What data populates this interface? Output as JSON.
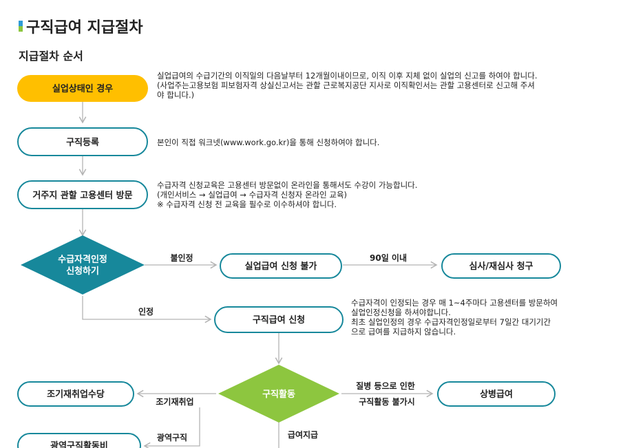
{
  "page_title": "구직급여 지급절차",
  "section_title": "지급절차 순서",
  "colors": {
    "yellow": "#ffbf00",
    "teal_diamond": "#17889b",
    "green_diamond": "#8dc63f",
    "box_border": "#17889b",
    "arrow": "#b3b3b3",
    "title_blue": "#2e9bd6",
    "title_green": "#8cc63f"
  },
  "nodes": {
    "unemployed": "실업상태인 경우",
    "job_register": "구직등록",
    "visit_center": "거주지 관할 고용센터 방문",
    "qualification_line1": "수급자격인정",
    "qualification_line2": "신청하기",
    "not_eligible": "실업급여 신청 불가",
    "review": "심사/재심사 청구",
    "apply_benefit": "구직급여 신청",
    "job_search": "구직활동",
    "sickness_benefit": "상병급여",
    "early_reemployment": "조기재취업수당",
    "wide_area": "광역구직활동비"
  },
  "edge_labels": {
    "rejected": "불인정",
    "within_90": "90일 이내",
    "approved": "인정",
    "sick_line1": "질병 등으로 인한",
    "sick_line2": "구직활동 불가시",
    "early_reemploy": "조기재취업",
    "wide_area_search": "광역구직",
    "pay_benefit": "급여지급"
  },
  "descriptions": {
    "unemployed": [
      "실업급여의 수급기간의 이직일의 다음날부터 12개월이내이므로, 이직 이후 지체 없이 실업의 신고를 하여야 합니다.",
      "(사업주는고용보험 피보험자격 상실신고서는 관할 근로복지공단 지사로 이직확인서는 관할 고용센터로 신고해 주셔",
      "야 합니다.)"
    ],
    "job_register": [
      "본인이 직접 워크넷(www.work.go.kr)을 통해 신청하여야 합니다."
    ],
    "visit_center": [
      "수급자격 신청교육은 고용센터 방문없이 온라인을 통해서도 수강이 가능합니다.",
      "(개인서비스 → 실업급여 → 수급자격 신청자 온라인 교육)",
      "※ 수급자격 신청 전 교육을 필수로 이수하셔야 합니다."
    ],
    "apply_benefit": [
      "수급자격이 인정되는 경우 매 1~4주마다 고용센터를 방문하여",
      "실업인정신청을 하셔야합니다.",
      "최초 실업인정의 경우 수급자격인정일로부터 7일간 대기기간",
      "으로 급여를 지급하지 않습니다."
    ]
  }
}
